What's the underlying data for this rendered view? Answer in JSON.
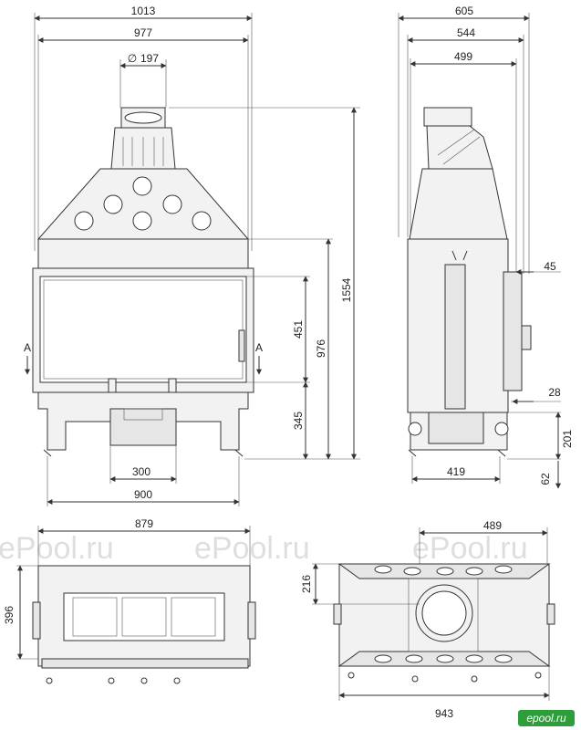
{
  "watermark": "ePool.ru",
  "logo": "epool.ru",
  "symbols": {
    "diameter": "∅",
    "section_marker": "A"
  },
  "front_view": {
    "overall_width": "1013",
    "body_width": "977",
    "flue_diameter": "197",
    "height_total": "1554",
    "height_to_top": "976",
    "door_height": "451",
    "base_height": "345",
    "base_opening": "300",
    "door_width": "900"
  },
  "side_view": {
    "overall_depth": "605",
    "depth_2": "544",
    "depth_3": "499",
    "offset_45": "45",
    "offset_28": "28",
    "bottom_201": "201",
    "foot_62": "62",
    "base_depth": "419"
  },
  "plan_front": {
    "width": "879",
    "height": "396"
  },
  "plan_top": {
    "depth": "489",
    "offset": "216",
    "width": "943"
  },
  "colors": {
    "line": "#333333",
    "fill": "#f2f2f2",
    "logo_bg": "#2e9e3a"
  }
}
